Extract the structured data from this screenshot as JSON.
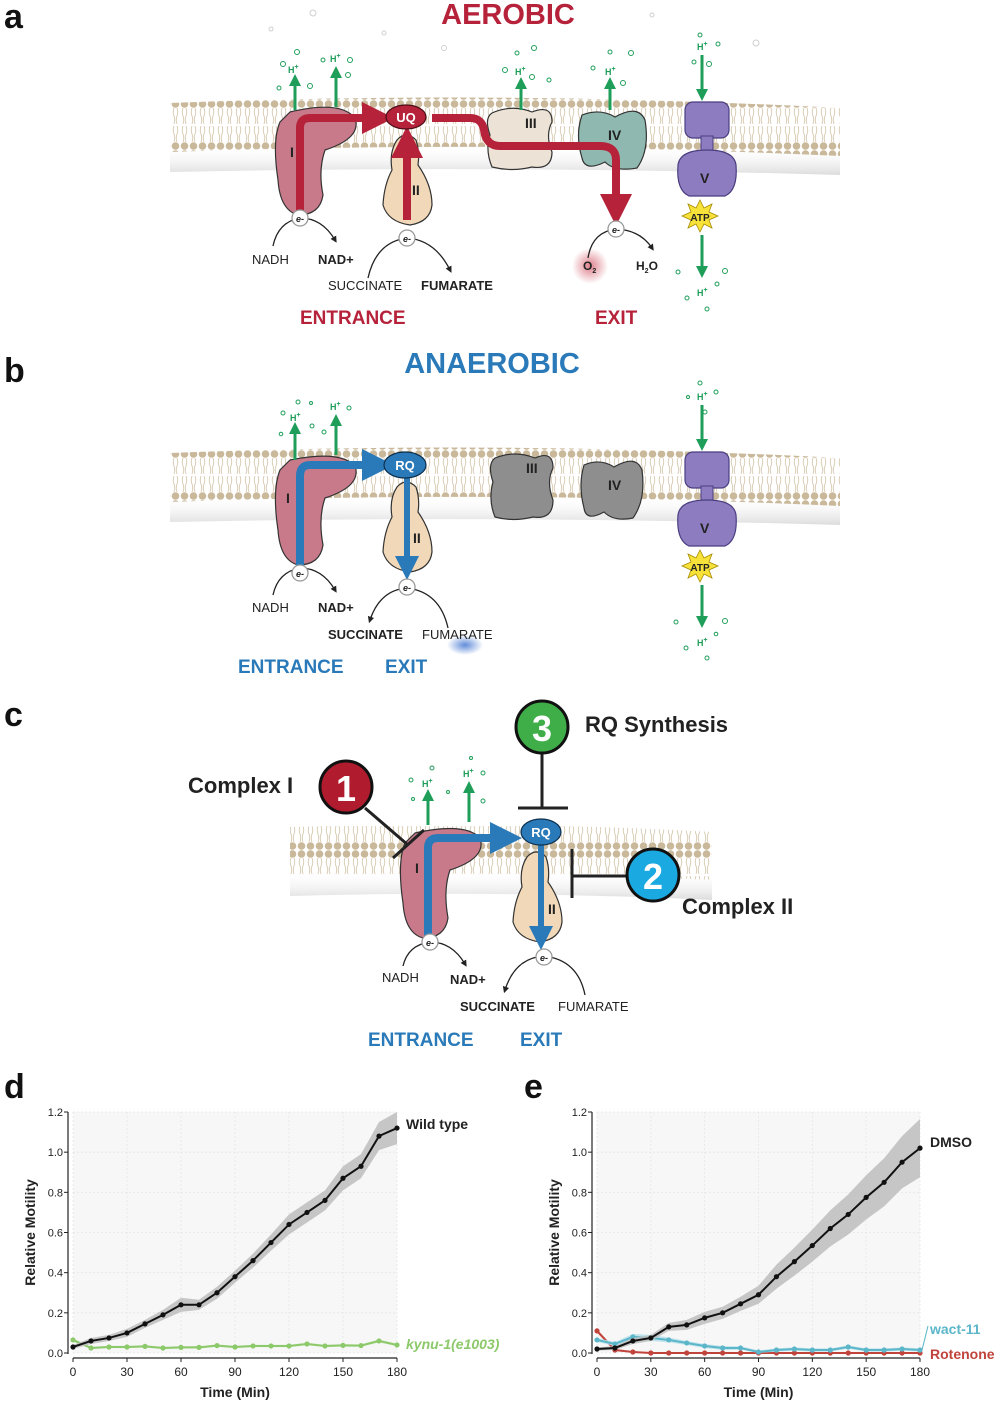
{
  "panels": {
    "a": {
      "letter": "a",
      "title": "AEROBIC",
      "quinone": "UQ",
      "complexes": [
        "I",
        "II",
        "III",
        "IV",
        "V"
      ],
      "electron": "e-",
      "proton": "H",
      "proton_sup": "+",
      "atp": "ATP",
      "nadh": "NADH",
      "nad": "NAD+",
      "succinate": "SUCCINATE",
      "fumarate": "FUMARATE",
      "o2": "O",
      "o2_sub": "2",
      "h2o_h": "H",
      "h2o_sub": "2",
      "h2o_o": "O",
      "entrance": "ENTRANCE",
      "exit": "EXIT"
    },
    "b": {
      "letter": "b",
      "title": "ANAEROBIC",
      "quinone": "RQ",
      "complexes": [
        "I",
        "II",
        "III",
        "IV",
        "V"
      ],
      "electron": "e-",
      "proton": "H",
      "proton_sup": "+",
      "atp": "ATP",
      "nadh": "NADH",
      "nad": "NAD+",
      "succinate": "SUCCINATE",
      "fumarate": "FUMARATE",
      "entrance": "ENTRANCE",
      "exit": "EXIT"
    },
    "c": {
      "letter": "c",
      "quinone": "RQ",
      "complexes": [
        "I",
        "II"
      ],
      "electron": "e-",
      "proton": "H",
      "proton_sup": "+",
      "nadh": "NADH",
      "nad": "NAD+",
      "succinate": "SUCCINATE",
      "fumarate": "FUMARATE",
      "entrance": "ENTRANCE",
      "exit": "EXIT",
      "targets": [
        {
          "number": "1",
          "label": "Complex I",
          "color": "#b01c2e"
        },
        {
          "number": "2",
          "label": "Complex II",
          "color": "#1ba9e1"
        },
        {
          "number": "3",
          "label": "RQ Synthesis",
          "color": "#3fae49"
        }
      ]
    }
  },
  "colors": {
    "aerobic": "#b5223a",
    "anaerobic": "#2a7ab9",
    "proton": "#1f9e5a",
    "complex1": "#c97a8a",
    "complex2": "#f1d8b8",
    "complex3_aerobic": "#ece3d6",
    "complex4_aerobic": "#8fb9b0",
    "complex_inactive": "#8e8e8e",
    "complex5": "#8d7dc0",
    "atp": "#f7e23a"
  },
  "chart_data": [
    {
      "panel": "d",
      "type": "line",
      "title": "",
      "xlabel": "Time (Min)",
      "ylabel": "Relative Motility",
      "x": [
        0,
        10,
        20,
        30,
        40,
        50,
        60,
        70,
        80,
        90,
        100,
        110,
        120,
        130,
        140,
        150,
        160,
        170,
        180
      ],
      "xticks": [
        0,
        30,
        60,
        90,
        120,
        150,
        180
      ],
      "yticks": [
        0.0,
        0.2,
        0.4,
        0.6,
        0.8,
        1.0,
        1.2
      ],
      "ytick_labels": [
        "0.0",
        "0.2",
        "0.4",
        "0.6",
        "0.8",
        "1.0",
        "1.2"
      ],
      "xlim": [
        0,
        180
      ],
      "ylim": [
        0,
        1.2
      ],
      "grid": true,
      "legend": "inline-right",
      "series": [
        {
          "name": "Wild type",
          "color": "#111111",
          "band": "#bdbdbd",
          "italic": false,
          "values": [
            0.03,
            0.06,
            0.075,
            0.1,
            0.145,
            0.19,
            0.24,
            0.24,
            0.3,
            0.38,
            0.46,
            0.55,
            0.64,
            0.7,
            0.76,
            0.87,
            0.93,
            1.08,
            1.12
          ],
          "error": [
            0.01,
            0.015,
            0.015,
            0.02,
            0.02,
            0.025,
            0.035,
            0.025,
            0.03,
            0.03,
            0.035,
            0.04,
            0.05,
            0.05,
            0.05,
            0.06,
            0.06,
            0.07,
            0.08
          ]
        },
        {
          "name": "kynu-1(e1003)",
          "color": "#8cc96a",
          "band": "#cfe8bf",
          "italic": true,
          "values": [
            0.065,
            0.025,
            0.03,
            0.03,
            0.033,
            0.025,
            0.028,
            0.028,
            0.037,
            0.03,
            0.035,
            0.035,
            0.035,
            0.045,
            0.035,
            0.038,
            0.037,
            0.06,
            0.04
          ],
          "error": [
            0.008,
            0.006,
            0.006,
            0.006,
            0.006,
            0.006,
            0.006,
            0.006,
            0.006,
            0.006,
            0.006,
            0.006,
            0.006,
            0.006,
            0.006,
            0.006,
            0.006,
            0.008,
            0.006
          ]
        }
      ]
    },
    {
      "panel": "e",
      "type": "line",
      "title": "",
      "xlabel": "Time (Min)",
      "ylabel": "Relative Motility",
      "x": [
        0,
        10,
        20,
        30,
        40,
        50,
        60,
        70,
        80,
        90,
        100,
        110,
        120,
        130,
        140,
        150,
        160,
        170,
        180
      ],
      "xticks": [
        0,
        30,
        60,
        90,
        120,
        150,
        180
      ],
      "yticks": [
        0.0,
        0.2,
        0.4,
        0.6,
        0.8,
        1.0,
        1.2
      ],
      "ytick_labels": [
        "0.0",
        "0.2",
        "0.4",
        "0.6",
        "0.8",
        "1.0",
        "1.2"
      ],
      "xlim": [
        0,
        180
      ],
      "ylim": [
        0,
        1.2
      ],
      "grid": true,
      "legend": "inline-right",
      "series": [
        {
          "name": "DMSO",
          "color": "#111111",
          "band": "#bdbdbd",
          "italic": false,
          "values": [
            0.02,
            0.025,
            0.06,
            0.075,
            0.13,
            0.14,
            0.175,
            0.2,
            0.245,
            0.29,
            0.38,
            0.455,
            0.535,
            0.62,
            0.69,
            0.775,
            0.85,
            0.95,
            1.02
          ],
          "error": [
            0.008,
            0.01,
            0.015,
            0.015,
            0.02,
            0.025,
            0.03,
            0.03,
            0.035,
            0.045,
            0.06,
            0.07,
            0.08,
            0.09,
            0.1,
            0.11,
            0.12,
            0.13,
            0.145
          ]
        },
        {
          "name": "wact-11",
          "color": "#5bb6c9",
          "band": "#b7e0ea",
          "italic": false,
          "values": [
            0.065,
            0.045,
            0.08,
            0.075,
            0.065,
            0.05,
            0.035,
            0.025,
            0.025,
            0.005,
            0.015,
            0.02,
            0.015,
            0.015,
            0.03,
            0.015,
            0.015,
            0.02,
            0.015
          ],
          "error": [
            0.01,
            0.01,
            0.015,
            0.015,
            0.012,
            0.01,
            0.01,
            0.01,
            0.008,
            0.008,
            0.008,
            0.008,
            0.008,
            0.008,
            0.008,
            0.008,
            0.008,
            0.008,
            0.008
          ]
        },
        {
          "name": "Rotenone",
          "color": "#c0443c",
          "band": "#e8b0aa",
          "italic": false,
          "values": [
            0.11,
            0.015,
            0.005,
            0.0,
            0.0,
            0.0,
            0.0,
            0.0,
            0.0,
            0.0,
            0.0,
            0.0,
            0.0,
            0.0,
            0.0,
            0.0,
            0.0,
            0.0,
            0.0
          ],
          "error": [
            0.01,
            0.005,
            0.004,
            0.004,
            0.004,
            0.004,
            0.004,
            0.004,
            0.004,
            0.004,
            0.004,
            0.004,
            0.004,
            0.004,
            0.004,
            0.004,
            0.004,
            0.004,
            0.004
          ]
        }
      ]
    }
  ]
}
